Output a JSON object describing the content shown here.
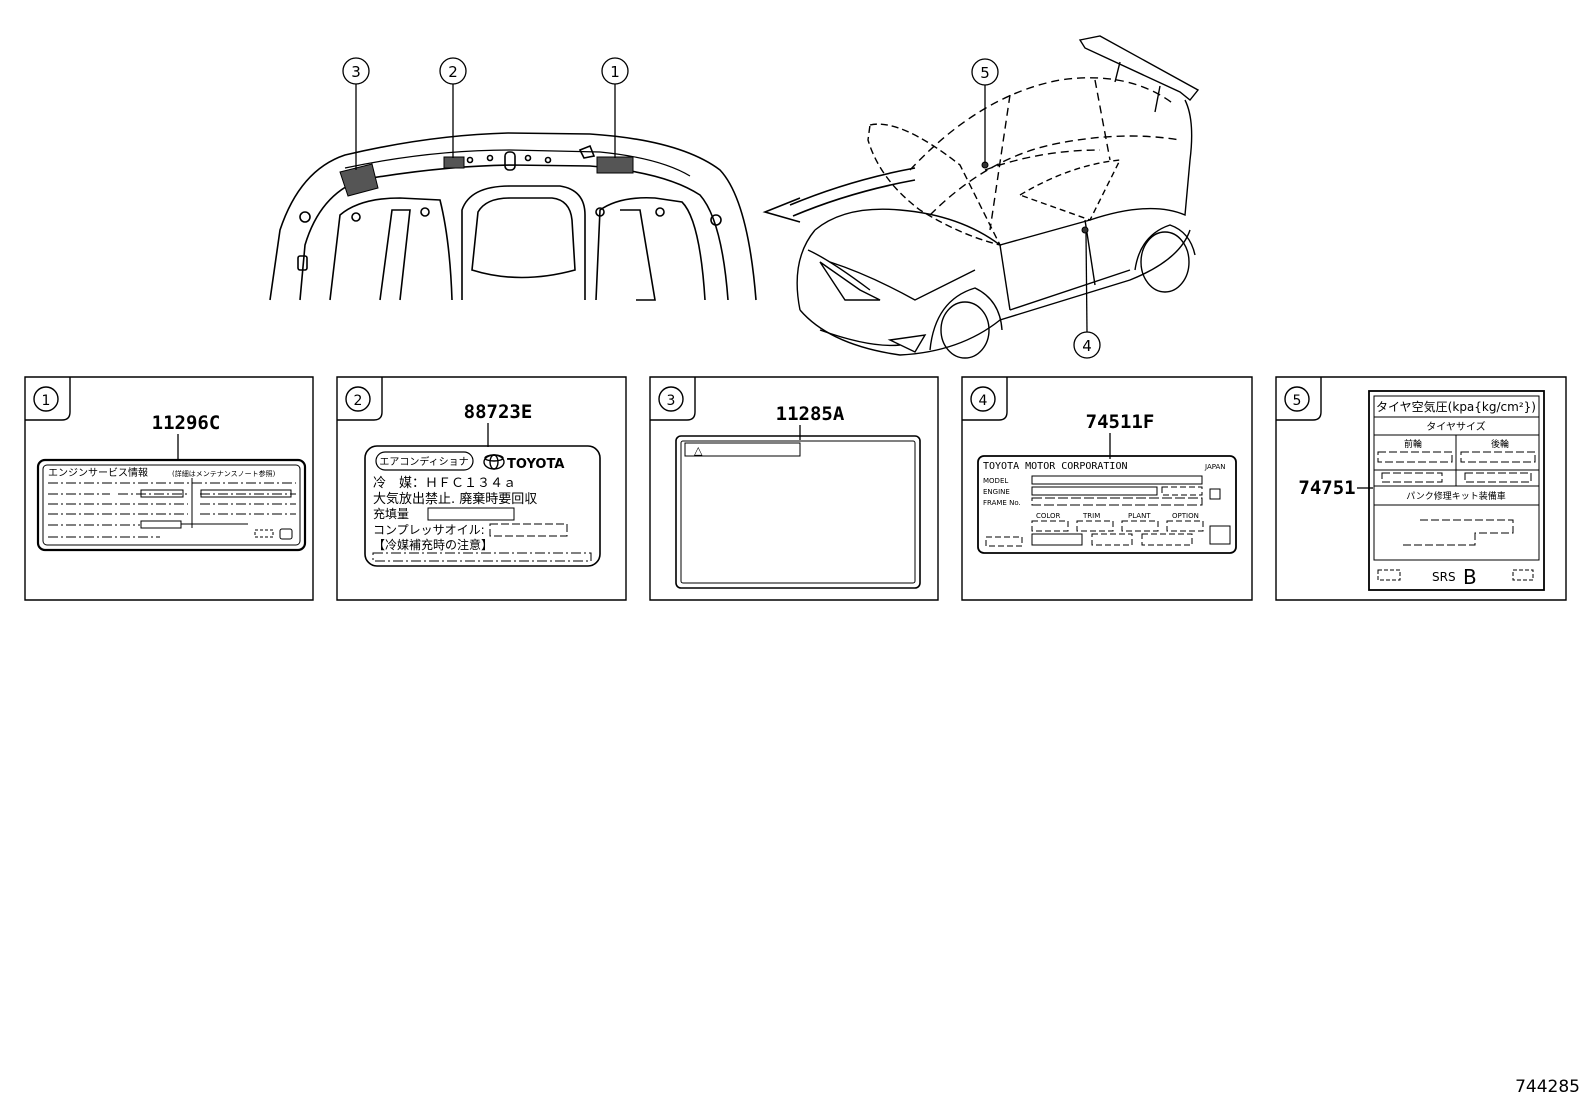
{
  "callouts": {
    "c1": "1",
    "c2": "2",
    "c3": "3",
    "c4": "4",
    "c5": "5"
  },
  "panels": {
    "p1": {
      "num": "1",
      "part": "11296C",
      "title": "エンジンサービス情報",
      "subtitle": "(詳細はメンテナンスノート参照)"
    },
    "p2": {
      "num": "2",
      "part": "88723E",
      "badge": "エアコンディショナ",
      "brand": "TOYOTA",
      "line1": "冷　媒：ＨＦＣ１３４ａ",
      "line2": "大気放出禁止. 廃棄時要回収",
      "line3": "充填量",
      "line4": "コンプレッサオイル:",
      "line5": "【冷媒補充時の注意】"
    },
    "p3": {
      "num": "3",
      "part": "11285A",
      "warning": "△"
    },
    "p4": {
      "num": "4",
      "part": "74511F",
      "maker": "TOYOTA MOTOR CORPORATION",
      "country": "JAPAN",
      "model": "MODEL",
      "engine": "ENGINE",
      "frame": "FRAME No.",
      "color": "COLOR",
      "trim": "TRIM",
      "plant": "PLANT",
      "option": "OPTION"
    },
    "p5": {
      "num": "5",
      "part": "74751",
      "title": "タイヤ空気圧(kpa{kg/cm²})",
      "tiresize": "タイヤサイズ",
      "front": "前輪",
      "rear": "後輪",
      "kit": "パンク修理キット装備車",
      "srs": "SRS",
      "b": "B"
    }
  },
  "figure_code": "744285",
  "colors": {
    "line": "#000000",
    "label_fill": "#8a8a8a"
  }
}
